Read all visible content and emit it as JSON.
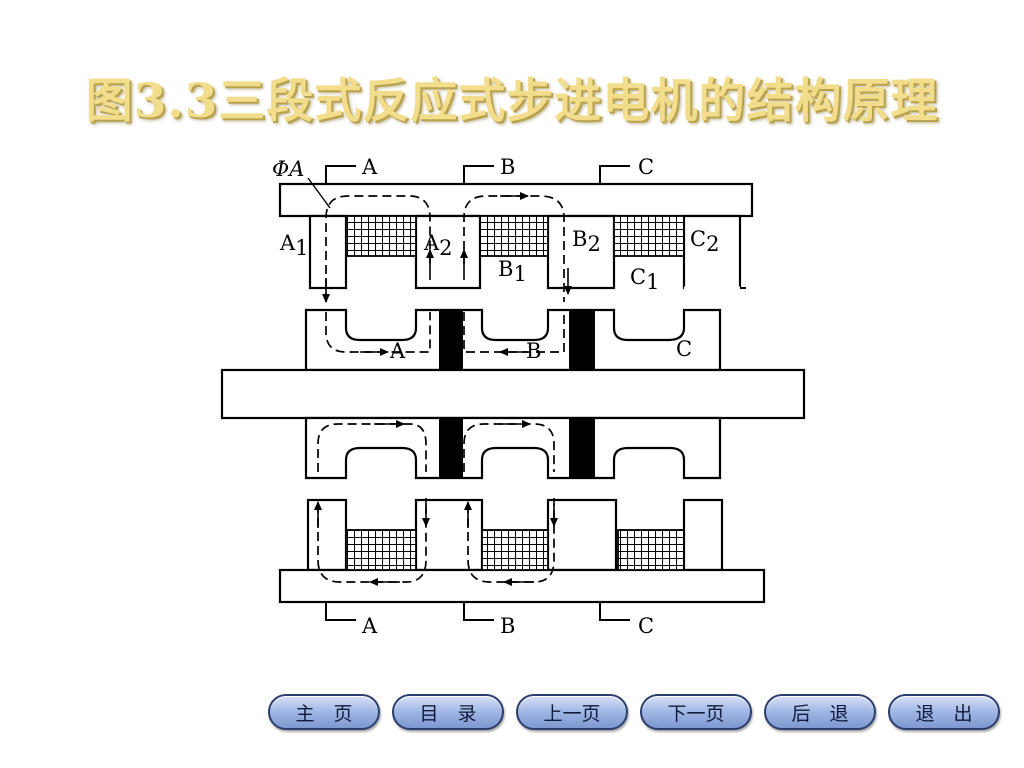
{
  "title": "图3.3三段式反应式步进电机的结构原理",
  "diagram": {
    "flux_label": "ΦA",
    "top_phase_labels": [
      "A",
      "B",
      "C"
    ],
    "bottom_phase_labels": [
      "A",
      "B",
      "C"
    ],
    "pole_labels": [
      {
        "main": "A",
        "sub": "1"
      },
      {
        "main": "A",
        "sub": "2"
      },
      {
        "main": "B",
        "sub": "1"
      },
      {
        "main": "B",
        "sub": "2"
      },
      {
        "main": "C",
        "sub": "1"
      },
      {
        "main": "C",
        "sub": "2"
      }
    ],
    "rotor_labels": [
      "A",
      "B",
      "C"
    ]
  },
  "nav": {
    "home": "主　页",
    "toc": "目　录",
    "prev": "上一页",
    "next": "下一页",
    "back": "后　退",
    "exit": "退　出"
  }
}
